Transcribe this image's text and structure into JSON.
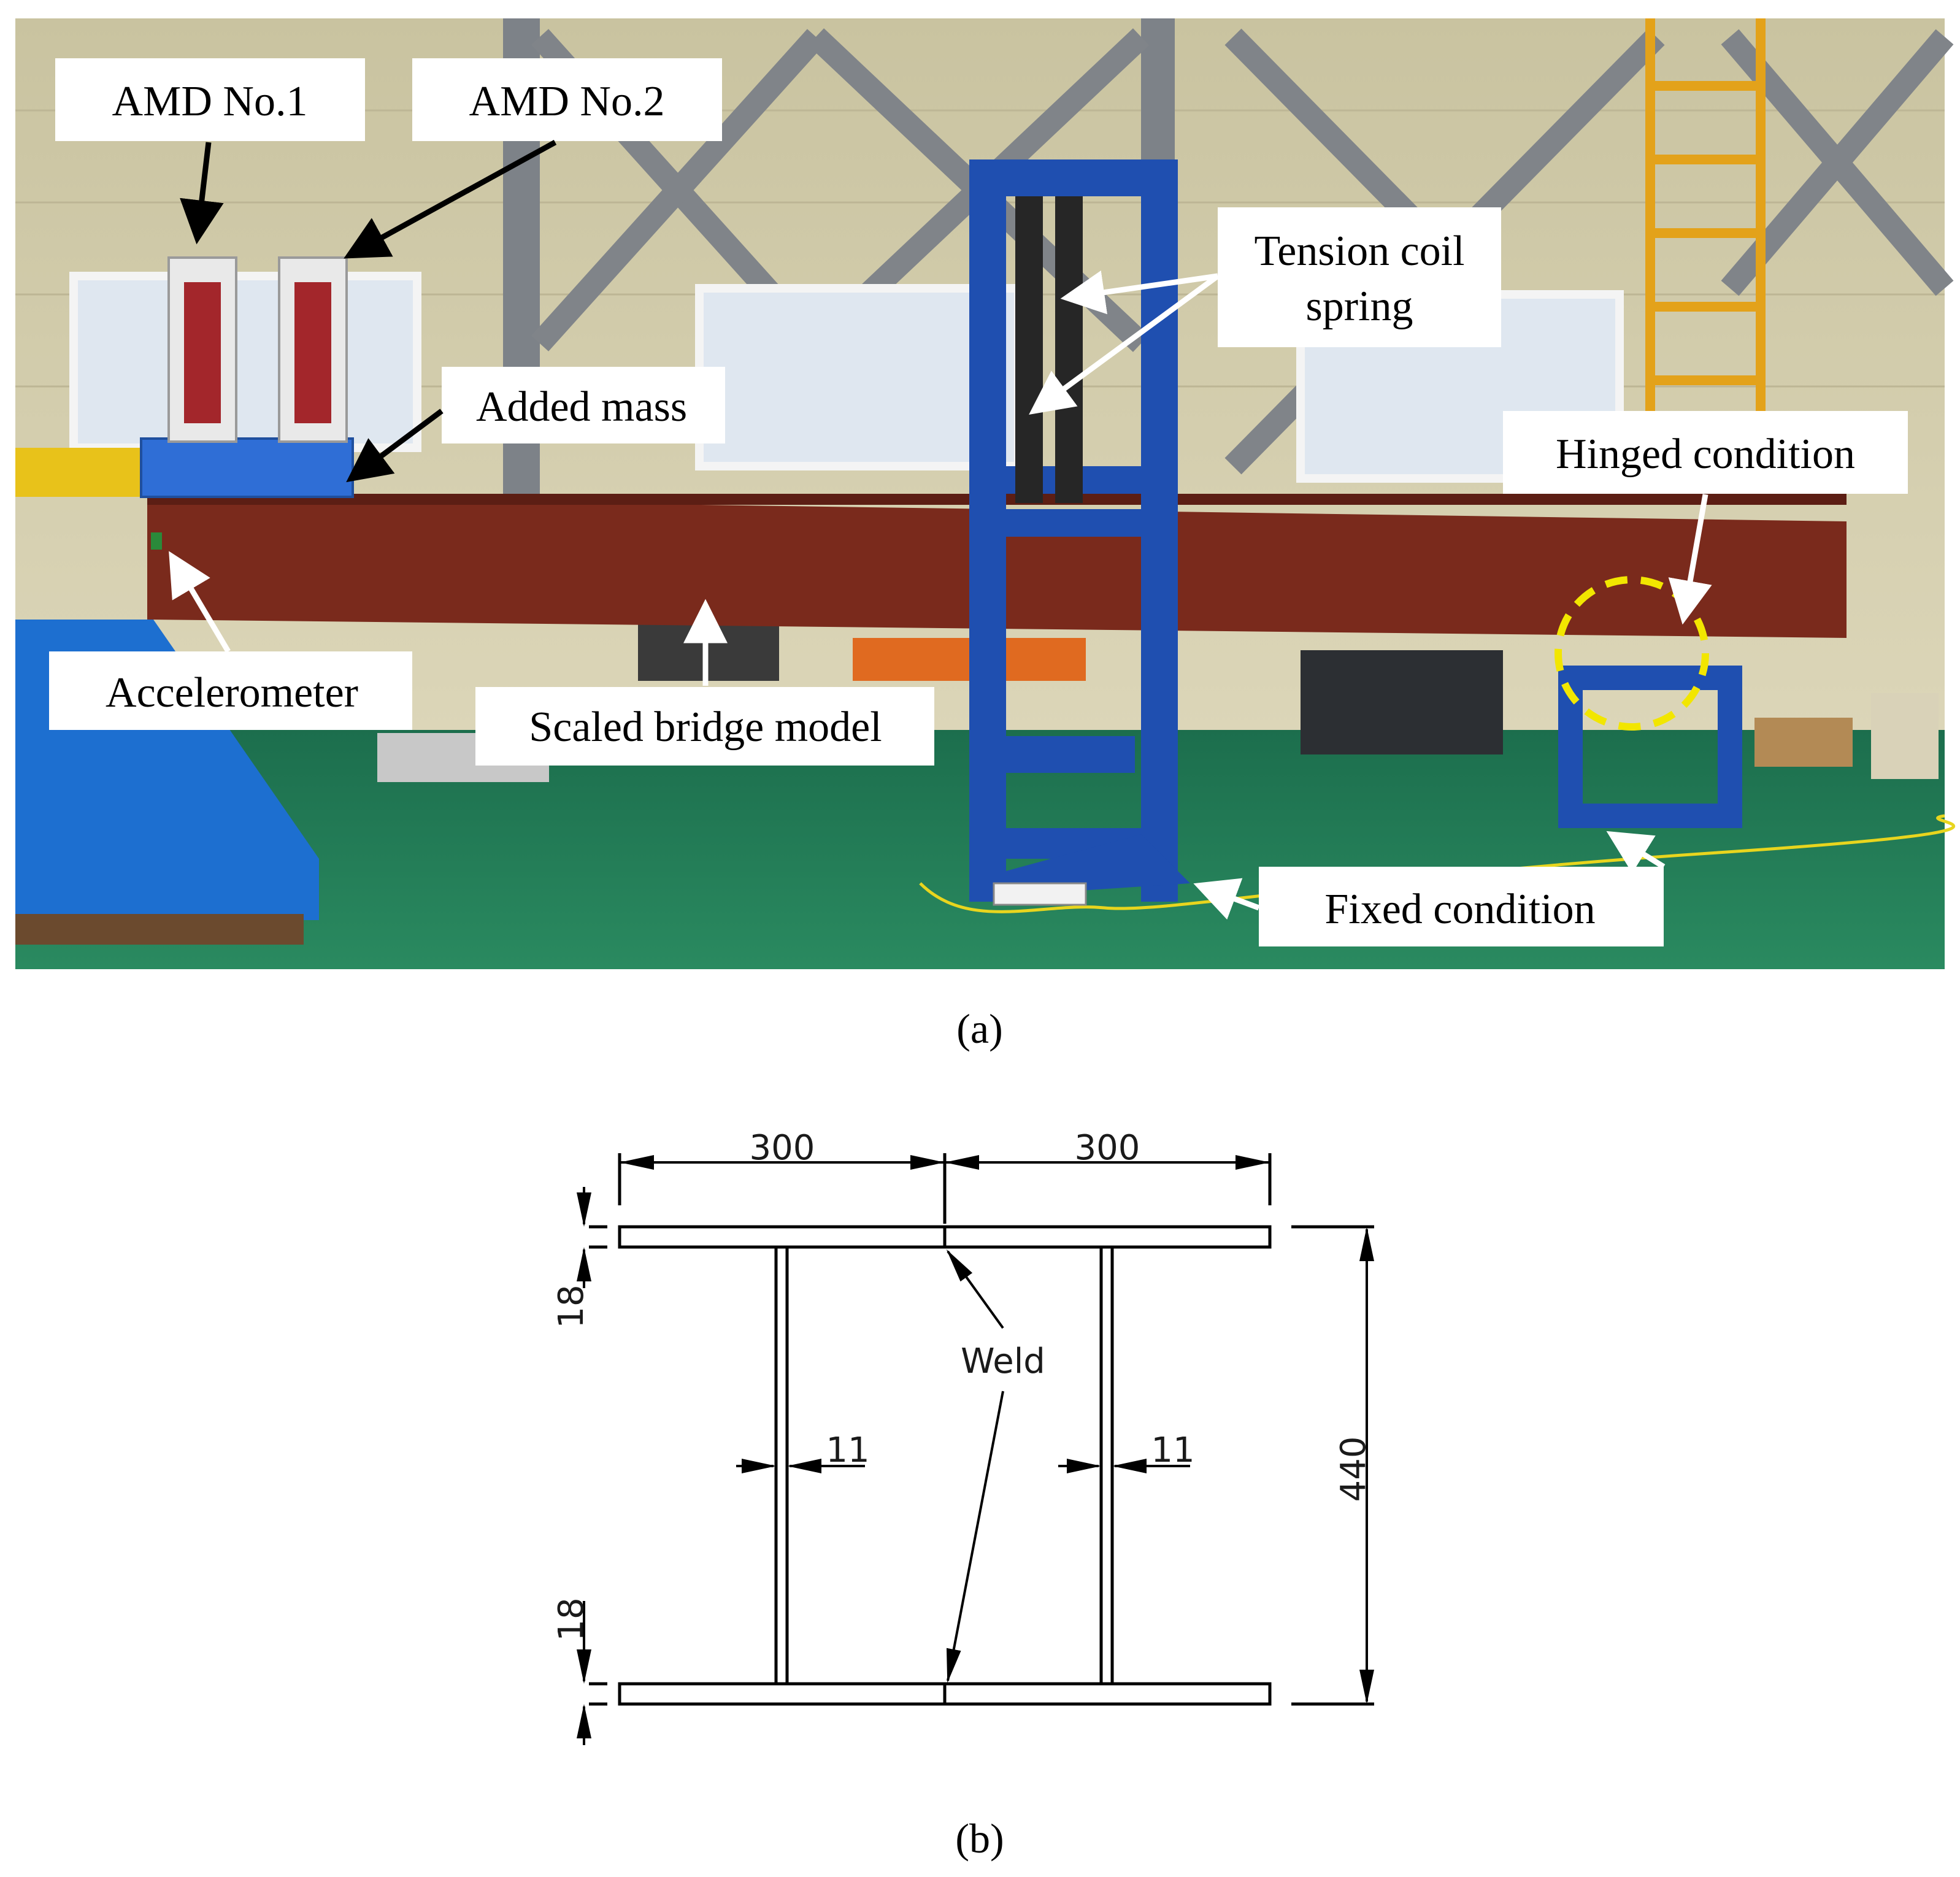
{
  "panel_a": {
    "labels": {
      "amd1": "AMD No.1",
      "amd2": "AMD No.2",
      "tension_line1": "Tension coil",
      "tension_line2": "spring",
      "added_mass": "Added mass",
      "hinged": "Hinged condition",
      "accelerometer": "Accelerometer",
      "scaled_bridge": "Scaled bridge model",
      "fixed": "Fixed condition"
    },
    "caption": "(a)",
    "colors": {
      "girder": "#7a2a1c",
      "frame": "#1f4fb0",
      "floor": "#1f7a55",
      "wall": "#d8d2b0",
      "hinge_marker": "#f2e600"
    }
  },
  "panel_b": {
    "dimensions": {
      "width_left": "300",
      "width_right": "300",
      "flange_top": "18",
      "flange_bottom": "18",
      "web_left": "11",
      "web_right": "11",
      "height": "440"
    },
    "weld_label": "Weld",
    "caption": "(b)"
  }
}
